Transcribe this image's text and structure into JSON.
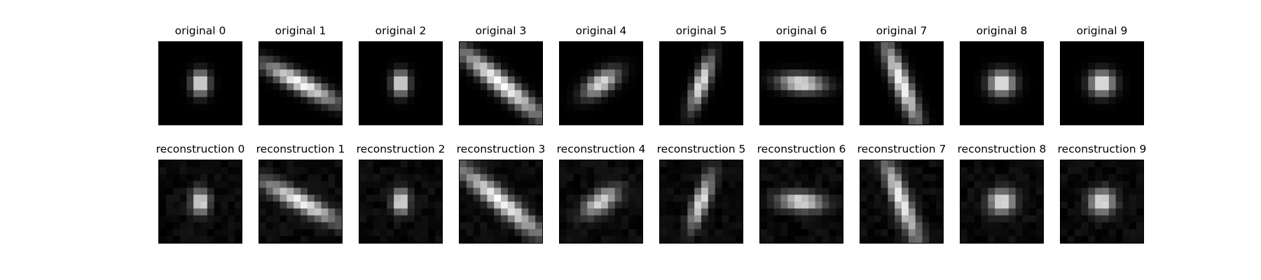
{
  "figure": {
    "rows": [
      {
        "titles": [
          "original 0",
          "original 1",
          "original 2",
          "original 3",
          "original 4",
          "original 5",
          "original 6",
          "original 7",
          "original 8",
          "original 9"
        ]
      },
      {
        "titles": [
          "reconstruction 0",
          "reconstruction 1",
          "reconstruction 2",
          "reconstruction 3",
          "reconstruction 4",
          "reconstruction 5",
          "reconstruction 6",
          "reconstruction 7",
          "reconstruction 8",
          "reconstruction 9"
        ]
      }
    ],
    "colormap": "gray",
    "background_color": "#ffffff",
    "image_grid": 12,
    "blobs": [
      {
        "angle": 0,
        "sx": 0.9,
        "sy": 1.2,
        "intensity": 1.0
      },
      {
        "angle": 28,
        "sx": 4.2,
        "sy": 0.9,
        "intensity": 1.0
      },
      {
        "angle": 0,
        "sx": 0.85,
        "sy": 1.2,
        "intensity": 1.0
      },
      {
        "angle": 40,
        "sx": 5.5,
        "sy": 0.95,
        "intensity": 1.0
      },
      {
        "angle": -35,
        "sx": 2.0,
        "sy": 1.0,
        "intensity": 0.9
      },
      {
        "angle": -70,
        "sx": 2.8,
        "sy": 0.75,
        "intensity": 0.95
      },
      {
        "angle": 5,
        "sx": 2.3,
        "sy": 0.9,
        "intensity": 0.95
      },
      {
        "angle": 68,
        "sx": 4.5,
        "sy": 0.85,
        "intensity": 1.0
      },
      {
        "angle": 0,
        "sx": 1.3,
        "sy": 1.2,
        "intensity": 1.0
      },
      {
        "angle": 0,
        "sx": 1.25,
        "sy": 1.2,
        "intensity": 1.0
      }
    ]
  }
}
